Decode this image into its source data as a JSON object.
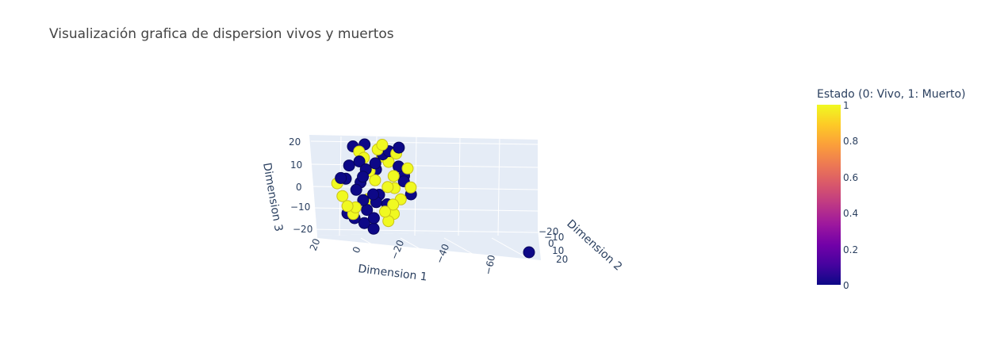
{
  "title": "Visualización grafica de dispersion vivos y muertos",
  "colors": {
    "background": "#ffffff",
    "scene_pane": "#e5ecf6",
    "grid": "#ffffff",
    "text": "#2a3f5f",
    "alive": "#0d0887",
    "dead": "#f0f921"
  },
  "chart_data": {
    "type": "scatter3d",
    "title": "Visualización grafica de dispersion vivos y muertos",
    "axes": {
      "x": {
        "label": "Dimension 1",
        "ticks": [
          "20",
          "0",
          "−20",
          "−40",
          "−60"
        ],
        "range": [
          -80,
          25
        ]
      },
      "y": {
        "label": "Dimension 2",
        "ticks": [
          "−20",
          "−10",
          "0",
          "10",
          "20"
        ],
        "range": [
          -25,
          25
        ]
      },
      "z": {
        "label": "Dimension 3",
        "ticks": [
          "20",
          "10",
          "0",
          "−10",
          "−20"
        ],
        "range": [
          -25,
          25
        ]
      }
    },
    "colorbar": {
      "title": "Estado (0: Vivo, 1: Muerto)",
      "ticks": [
        "1",
        "0.8",
        "0.6",
        "0.4",
        "0.2",
        "0"
      ],
      "scale": [
        "#0d0887",
        "#46039f",
        "#7201a8",
        "#9c179e",
        "#bd3786",
        "#d8576b",
        "#ed7953",
        "#fb9f3a",
        "#fdca26",
        "#f0f921"
      ]
    },
    "grid": true,
    "points": [
      {
        "x": 10,
        "y": -5,
        "z": 20,
        "s": 0
      },
      {
        "x": 5,
        "y": -3,
        "z": 21,
        "s": 0
      },
      {
        "x": 0,
        "y": 2,
        "z": 19,
        "s": 1
      },
      {
        "x": -5,
        "y": 3,
        "z": 18,
        "s": 0
      },
      {
        "x": -8,
        "y": 5,
        "z": 17,
        "s": 1
      },
      {
        "x": -3,
        "y": -1,
        "z": 16,
        "s": 0
      },
      {
        "x": 6,
        "y": 0,
        "z": 15,
        "s": 1
      },
      {
        "x": 9,
        "y": 4,
        "z": 14,
        "s": 0
      },
      {
        "x": 2,
        "y": 6,
        "z": 13,
        "s": 0
      },
      {
        "x": -6,
        "y": -2,
        "z": 12,
        "s": 1
      },
      {
        "x": 12,
        "y": -4,
        "z": 11,
        "s": 0
      },
      {
        "x": -10,
        "y": 1,
        "z": 10,
        "s": 0
      },
      {
        "x": 4,
        "y": 3,
        "z": 9,
        "s": 1
      },
      {
        "x": -1,
        "y": -6,
        "z": 8,
        "s": 0
      },
      {
        "x": 8,
        "y": 7,
        "z": 7,
        "s": 0
      },
      {
        "x": -7,
        "y": 4,
        "z": 6,
        "s": 1
      },
      {
        "x": 14,
        "y": -2,
        "z": 5,
        "s": 0
      },
      {
        "x": 1,
        "y": 1,
        "z": 4,
        "s": 1
      },
      {
        "x": -12,
        "y": 3,
        "z": 3,
        "s": 0
      },
      {
        "x": 6,
        "y": -7,
        "z": 2,
        "s": 0
      },
      {
        "x": -4,
        "y": 5,
        "z": 1,
        "s": 1
      },
      {
        "x": 10,
        "y": 2,
        "z": 0,
        "s": 0
      },
      {
        "x": -9,
        "y": -3,
        "z": -1,
        "s": 1
      },
      {
        "x": 3,
        "y": 6,
        "z": -2,
        "s": 0
      },
      {
        "x": 16,
        "y": 0,
        "z": -3,
        "s": 1
      },
      {
        "x": -2,
        "y": -4,
        "z": -4,
        "s": 0
      },
      {
        "x": 7,
        "y": 3,
        "z": -5,
        "s": 0
      },
      {
        "x": -11,
        "y": 1,
        "z": -6,
        "s": 1
      },
      {
        "x": 0,
        "y": -1,
        "z": -7,
        "s": 0
      },
      {
        "x": 11,
        "y": 5,
        "z": -8,
        "s": 1
      },
      {
        "x": -6,
        "y": -5,
        "z": -9,
        "s": 0
      },
      {
        "x": 5,
        "y": 2,
        "z": -10,
        "s": 0
      },
      {
        "x": -3,
        "y": 4,
        "z": -11,
        "s": 1
      },
      {
        "x": 13,
        "y": -3,
        "z": -12,
        "s": 0
      },
      {
        "x": -8,
        "y": 0,
        "z": -13,
        "s": 1
      },
      {
        "x": 2,
        "y": 3,
        "z": -14,
        "s": 0
      },
      {
        "x": 9,
        "y": -6,
        "z": -15,
        "s": 0
      },
      {
        "x": -5,
        "y": 2,
        "z": -16,
        "s": 1
      },
      {
        "x": 17,
        "y": 1,
        "z": 6,
        "s": 0
      },
      {
        "x": 18,
        "y": -2,
        "z": 3,
        "s": 1
      },
      {
        "x": -14,
        "y": 2,
        "z": 9,
        "s": 1
      },
      {
        "x": -13,
        "y": -1,
        "z": 5,
        "s": 0
      },
      {
        "x": -15,
        "y": 4,
        "z": 0,
        "s": 1
      },
      {
        "x": -16,
        "y": 0,
        "z": -4,
        "s": 0
      },
      {
        "x": 15,
        "y": 6,
        "z": -7,
        "s": 1
      },
      {
        "x": 4,
        "y": -8,
        "z": -18,
        "s": 0
      },
      {
        "x": -1,
        "y": 7,
        "z": 22,
        "s": 1
      },
      {
        "x": 8,
        "y": -1,
        "z": 18,
        "s": 1
      },
      {
        "x": -9,
        "y": 6,
        "z": 20,
        "s": 0
      },
      {
        "x": 1,
        "y": -2,
        "z": -20,
        "s": 0
      },
      {
        "x": 6,
        "y": 4,
        "z": 10,
        "s": 0
      },
      {
        "x": -4,
        "y": -7,
        "z": 14,
        "s": 1
      },
      {
        "x": 11,
        "y": 0,
        "z": -12,
        "s": 1
      },
      {
        "x": -7,
        "y": 3,
        "z": -8,
        "s": 1
      },
      {
        "x": 3,
        "y": -5,
        "z": -6,
        "s": 1
      },
      {
        "x": -75,
        "y": 18,
        "z": -22,
        "s": 0
      }
    ]
  }
}
